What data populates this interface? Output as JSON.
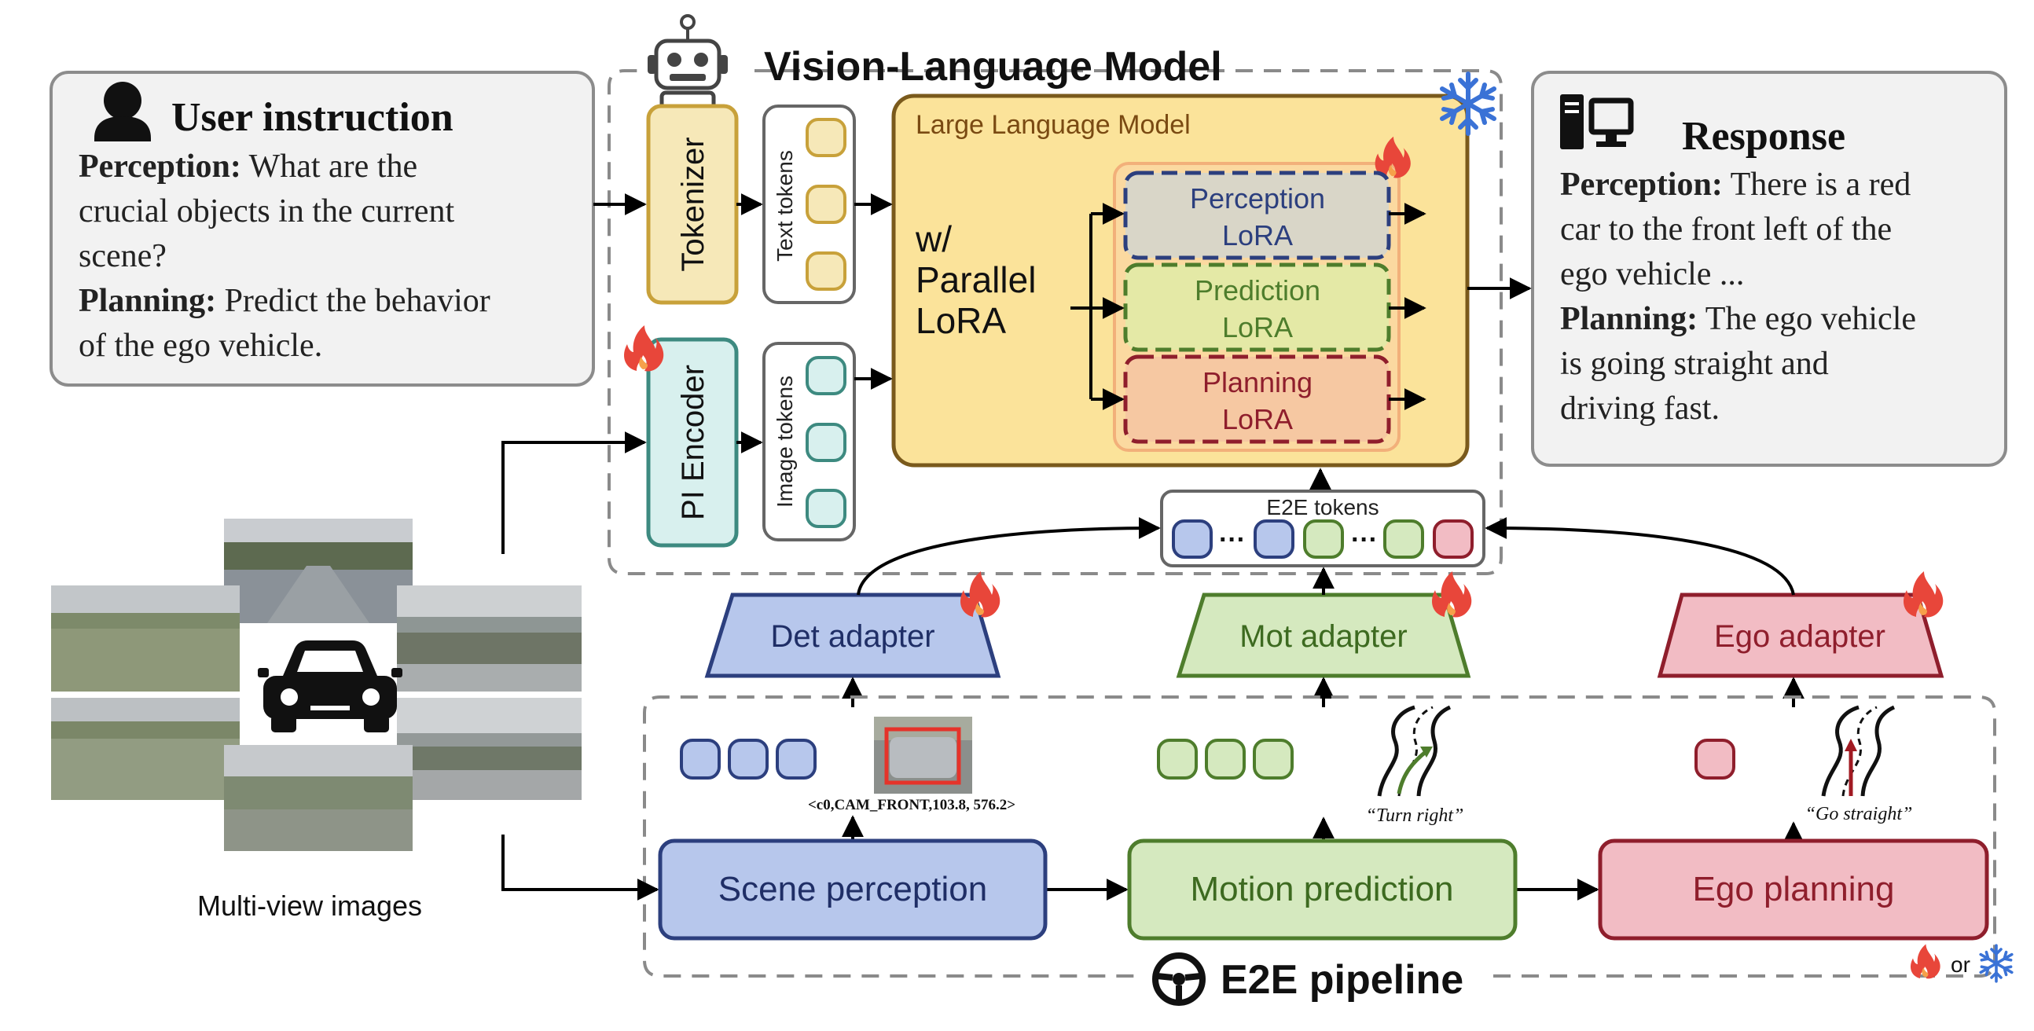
{
  "vlm": {
    "title": "Vision-Language Model"
  },
  "user": {
    "title": "User instruction",
    "lines": [
      {
        "bold": "Perception:",
        "text": " What are the"
      },
      {
        "bold": "",
        "text": "crucial objects in the current"
      },
      {
        "bold": "",
        "text": "scene?"
      },
      {
        "bold": "Planning:",
        "text": " Predict the behavior"
      },
      {
        "bold": "",
        "text": "of the ego vehicle."
      }
    ]
  },
  "response": {
    "title": "Response",
    "lines": [
      {
        "bold": "Perception:",
        "text": " There is a red"
      },
      {
        "bold": "",
        "text": "car to the front left of the"
      },
      {
        "bold": "",
        "text": "ego vehicle ..."
      },
      {
        "bold": "Planning:",
        "text": " The ego vehicle"
      },
      {
        "bold": "",
        "text": "is going straight and"
      },
      {
        "bold": "",
        "text": "driving fast."
      }
    ]
  },
  "tokenizer": {
    "label": "Tokenizer"
  },
  "pi_encoder": {
    "label": "PI Encoder"
  },
  "text_tokens": {
    "label": "Text tokens"
  },
  "image_tokens": {
    "label": "Image tokens"
  },
  "llm": {
    "title": "Large Language Model",
    "lora_line1": "w/",
    "lora_line2": "Parallel",
    "lora_line3": "LoRA",
    "lora": [
      {
        "line1": "Perception",
        "line2": "LoRA"
      },
      {
        "line1": "Prediction",
        "line2": "LoRA"
      },
      {
        "line1": "Planning",
        "line2": "LoRA"
      }
    ]
  },
  "e2e_tokens": {
    "label": "E2E tokens",
    "dots1": "···",
    "dots2": "···"
  },
  "adapters": {
    "det": "Det adapter",
    "mot": "Mot adapter",
    "ego": "Ego adapter"
  },
  "multiview": {
    "label": "Multi-view images"
  },
  "detection_caption": "<c0,CAM_FRONT,103.8, 576.2>",
  "turn_caption": "“Turn right”",
  "straight_caption": "“Go straight”",
  "modules": {
    "scene": "Scene perception",
    "motion": "Motion prediction",
    "ego": "Ego planning"
  },
  "pipeline": {
    "title": "E2E pipeline"
  },
  "legend": {
    "or": "or"
  },
  "icons": [
    "robot-icon",
    "user-icon",
    "computer-icon",
    "snowflake-icon",
    "fire-icon",
    "car-icon",
    "steering-wheel-icon",
    "road-icon"
  ],
  "colors": {
    "tokenizer": "#f6e8b8",
    "tokenizer_border": "#c8a13a",
    "encoder": "#d8f0ee",
    "encoder_border": "#3d8a80",
    "llm": "#fbe39a",
    "llm_border": "#7a5a1c",
    "blue": "#b7c7ec",
    "blue_border": "#2c3f7e",
    "green": "#d5e9bf",
    "green_border": "#4e7d2c",
    "red": "#f2bcc4",
    "red_border": "#8f1e2c",
    "fire": "#e8463a",
    "snow": "#3a72d6"
  }
}
